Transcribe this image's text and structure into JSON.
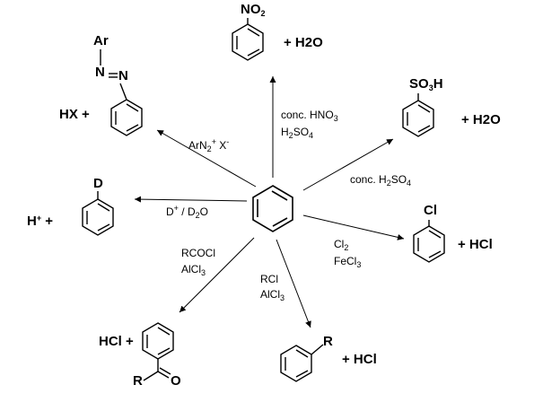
{
  "scheme": {
    "center": "benzene",
    "reactions": [
      {
        "id": "nitration",
        "reagents": [
          "conc. HNO3",
          "H2SO4"
        ],
        "product_substituent": "NO2",
        "byproduct": "+ H2O"
      },
      {
        "id": "sulfonation",
        "reagents": [
          "conc. H2SO4"
        ],
        "product_substituent": "SO3H",
        "byproduct": "+ H2O"
      },
      {
        "id": "chlorination",
        "reagents": [
          "Cl2",
          "FeCl3"
        ],
        "product_substituent": "Cl",
        "byproduct": "+ HCl"
      },
      {
        "id": "alkylation",
        "reagents": [
          "RCl",
          "AlCl3"
        ],
        "product_substituent": "R",
        "byproduct": "+ HCl"
      },
      {
        "id": "acylation",
        "reagents": [
          "RCOCl",
          "AlCl3"
        ],
        "product_labels": [
          "R",
          "O"
        ],
        "byproduct": "HCl +"
      },
      {
        "id": "deuteration",
        "reagents": [
          "D+ / D2O"
        ],
        "product_substituent": "D",
        "byproduct": "H+ +"
      },
      {
        "id": "azo-coupling",
        "reagents": [
          "ArN2+ X-"
        ],
        "product_labels": [
          "Ar",
          "N",
          "N"
        ],
        "byproduct": "HX +"
      }
    ]
  }
}
